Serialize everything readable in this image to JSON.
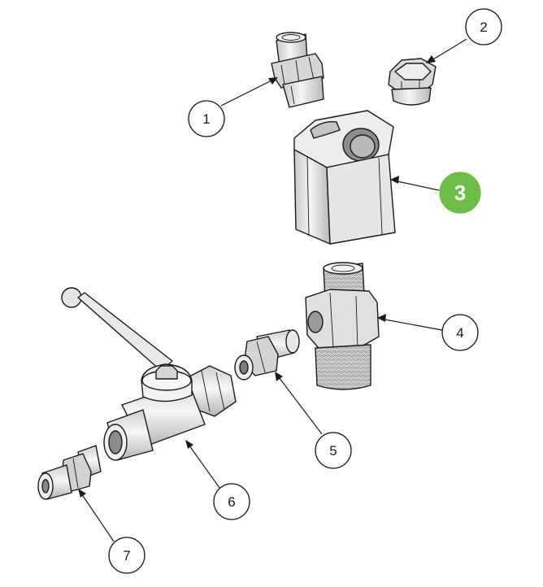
{
  "callouts": [
    {
      "id": "1",
      "label": "1",
      "highlight": false
    },
    {
      "id": "2",
      "label": "2",
      "highlight": false
    },
    {
      "id": "3",
      "label": "3",
      "highlight": true
    },
    {
      "id": "4",
      "label": "4",
      "highlight": false
    },
    {
      "id": "5",
      "label": "5",
      "highlight": false
    },
    {
      "id": "6",
      "label": "6",
      "highlight": false
    },
    {
      "id": "7",
      "label": "7",
      "highlight": false
    }
  ],
  "colors": {
    "highlight": "#6bbd45",
    "outline": "#1a1a1a",
    "part_fill": "#e4e4e4",
    "part_shade": "#bdbdbd",
    "thread": "#9a9a9a"
  }
}
